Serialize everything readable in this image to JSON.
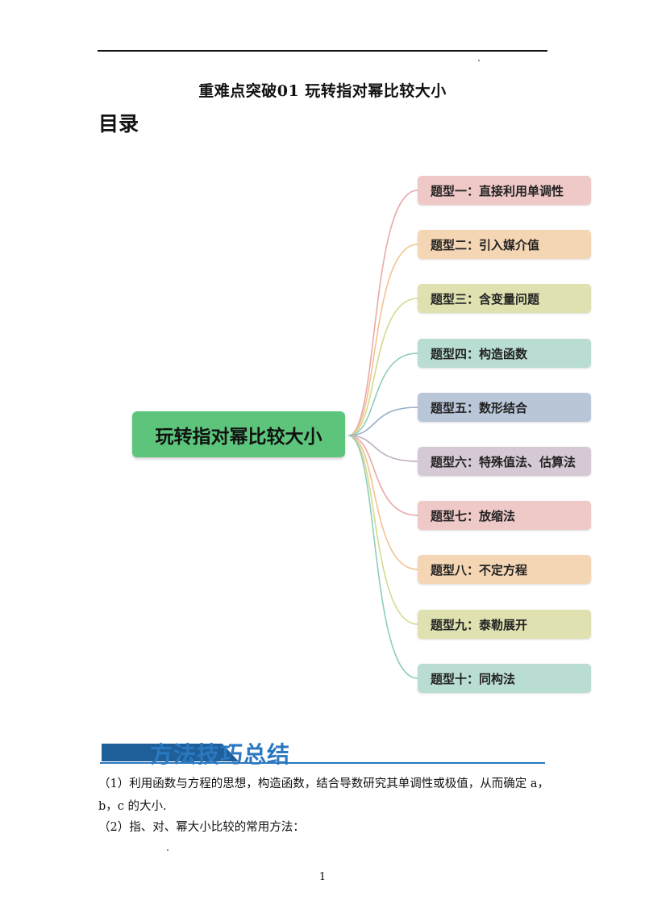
{
  "document": {
    "title": "重难点突破01  玩转指对幂比较大小",
    "toc_heading": "目录",
    "page_number": "1"
  },
  "mindmap": {
    "root": "玩转指对幂比较大小",
    "root_color": "#5cc57b",
    "branches": [
      {
        "label": "题型一：直接利用单调性",
        "color": "#efc9c8",
        "line": "#e8a9a9"
      },
      {
        "label": "题型二：引入媒介值",
        "color": "#f5d6b4",
        "line": "#f3c291"
      },
      {
        "label": "题型三：含变量问题",
        "color": "#dfe1b0",
        "line": "#d6d98d"
      },
      {
        "label": "题型四：构造函数",
        "color": "#b9ddd3",
        "line": "#8fcdbc"
      },
      {
        "label": "题型五：数形结合",
        "color": "#b8c6d8",
        "line": "#98aec8"
      },
      {
        "label": "题型六：特殊值法、估算法",
        "color": "#d5c9d6",
        "line": "#bfaec1"
      },
      {
        "label": "题型七：放缩法",
        "color": "#efc9c8",
        "line": "#e8a9a9"
      },
      {
        "label": "题型八：不定方程",
        "color": "#f5d6b4",
        "line": "#f3c291"
      },
      {
        "label": "题型九：泰勒展开",
        "color": "#dfe1b0",
        "line": "#d6d98d"
      },
      {
        "label": "题型十：同构法",
        "color": "#b9ddd3",
        "line": "#8fcdbc"
      }
    ]
  },
  "section": {
    "heading": "方法技巧总结",
    "para1": "（1）利用函数与方程的思想，构造函数，结合导数研究其单调性或极值，从而确定 a，b，c 的大小.",
    "para2": "（2）指、对、幂大小比较的常用方法："
  }
}
